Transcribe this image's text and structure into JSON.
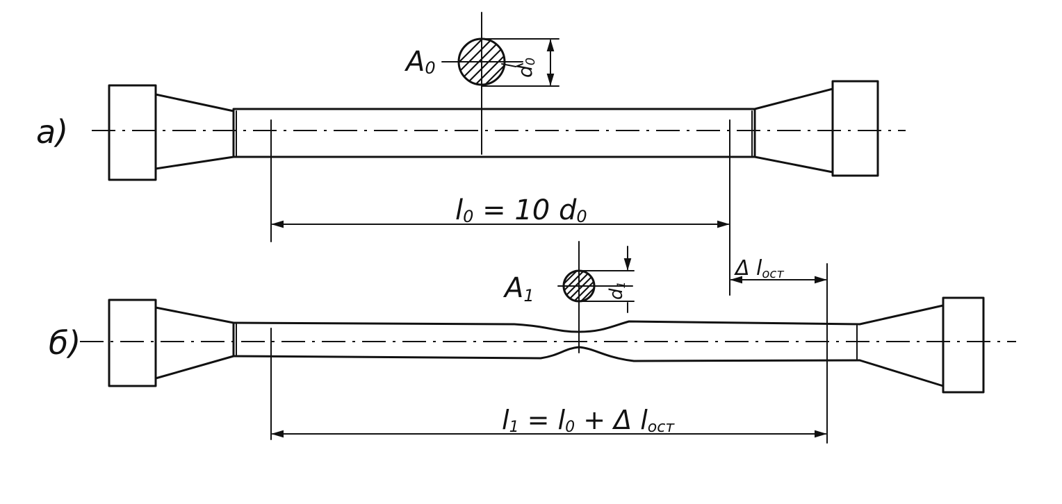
{
  "labels": {
    "part_a": "a)",
    "part_b": "б)",
    "area_a": "A",
    "area_a_sub": "0",
    "area_b": "A",
    "area_b_sub": "1",
    "diam_a": "d",
    "diam_a_sub": "0",
    "diam_b": "d",
    "diam_b_sub": "1",
    "length_a": "l",
    "length_a_sub": "0",
    "length_a_rest": " = 10 d",
    "length_a_rest_sub": "0",
    "delta": "Δ l",
    "delta_sub": "ост",
    "length_b": "l",
    "length_b_sub": "1",
    "length_b_eq": " = l",
    "length_b_eq_sub": "0",
    "length_b_plus": " + Δ l",
    "length_b_plus_sub": "ост"
  }
}
